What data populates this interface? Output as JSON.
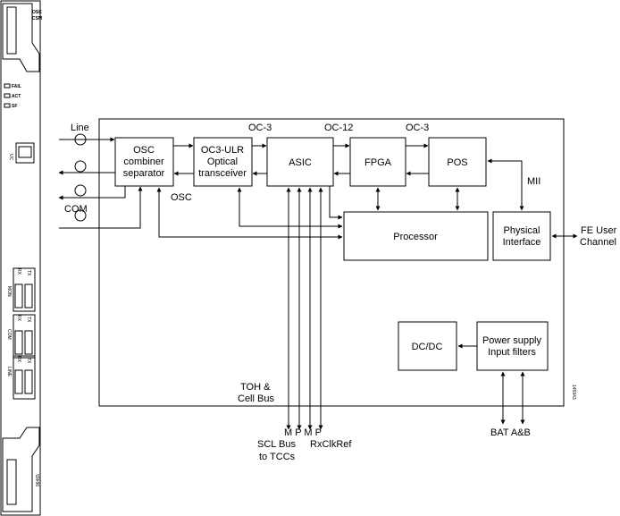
{
  "diagram": {
    "blocks": {
      "osc_combiner": [
        "OSC",
        "combiner",
        "separator"
      ],
      "oc3_ulr": [
        "OC3-ULR",
        "Optical",
        "transceiver"
      ],
      "asic": "ASIC",
      "fpga": "FPGA",
      "pos": "POS",
      "processor": "Processor",
      "physical_interface": [
        "Physical",
        "Interface"
      ],
      "dcdc": "DC/DC",
      "power_supply": [
        "Power supply",
        "Input filters"
      ]
    },
    "labels": {
      "line": "Line",
      "com": "COM",
      "osc": "OSC",
      "oc3_a": "OC-3",
      "oc12": "OC-12",
      "oc3_b": "OC-3",
      "mii": "MII",
      "fe_user_channel": [
        "FE User",
        "Channel"
      ],
      "toh_cell_bus": [
        "TOH &",
        "Cell Bus"
      ],
      "mpmp": "M P M P",
      "scl_bus": [
        "SCL Bus",
        "to TCCs"
      ],
      "rxclkref": "RxClkRef",
      "bat": "BAT A&B",
      "figure_id": "145943",
      "card_id": "96465"
    }
  },
  "card": {
    "top_label": [
      "OSC",
      "CSM"
    ],
    "leds": [
      "FAIL",
      "ACT",
      "SF"
    ],
    "uc": "UC",
    "ports": [
      {
        "name": "MON",
        "rx": "RX",
        "tx": "TX"
      },
      {
        "name": "COM",
        "rx": "RX",
        "tx": "TX"
      },
      {
        "name": "LINE",
        "rx": "RX",
        "tx": "TX"
      }
    ]
  }
}
